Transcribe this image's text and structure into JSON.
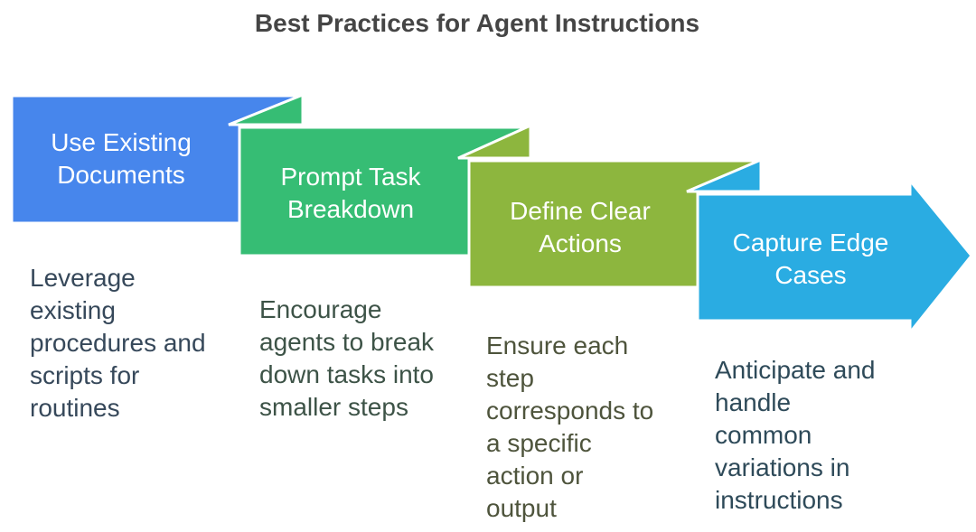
{
  "title": {
    "text": "Best Practices for Agent Instructions",
    "color": "#454545"
  },
  "canvas": {
    "background": "#ffffff",
    "separator_stroke": "#ffffff"
  },
  "blocks": [
    {
      "heading": "Use Existing\nDocuments",
      "heading_color": "#ffffff",
      "fill": "#4786ec",
      "description": "Leverage\nexisting\nprocedures and\nscripts for\nroutines",
      "description_color": "#36485a"
    },
    {
      "heading": "Prompt Task\nBreakdown",
      "heading_color": "#ffffff",
      "fill": "#36bd74",
      "description": "Encourage\nagents to break\ndown tasks into\nsmaller steps",
      "description_color": "#3d5347"
    },
    {
      "heading": "Define Clear\nActions",
      "heading_color": "#ffffff",
      "fill": "#8db63e",
      "description": "Ensure each\nstep\ncorresponds to\na specific\naction or\noutput",
      "description_color": "#4e543c"
    },
    {
      "heading": "Capture Edge\nCases",
      "heading_color": "#ffffff",
      "fill": "#2aace2",
      "description": "Anticipate and\nhandle\ncommon\nvariations in\ninstructions",
      "description_color": "#2e4a59"
    }
  ]
}
